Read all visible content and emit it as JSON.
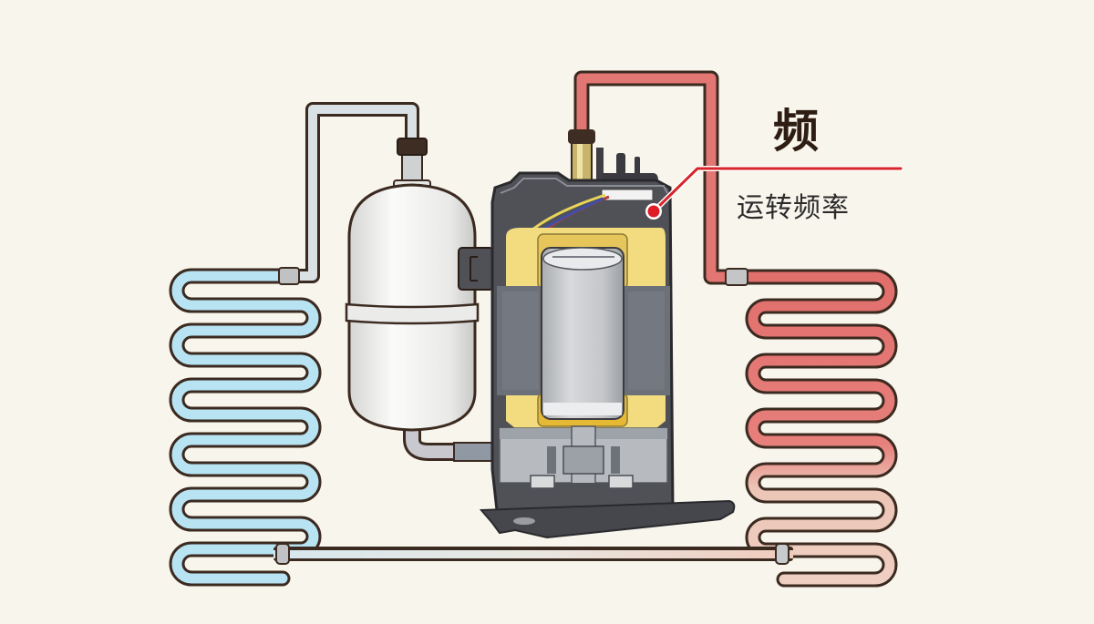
{
  "title_char": "频",
  "subtitle": "运转频率",
  "callout_target": "compressor-motor",
  "colors": {
    "background": "#f8f5ec",
    "cold_pipe": "#b7e3f3",
    "hot_pipe": "#e27673",
    "hot_pipe_faded": "#ebc4b6",
    "suction_pipe": "#d9e1e4",
    "callout_line": "#d8232a",
    "shell": "#4f5157",
    "stator": "#6c7078",
    "winding": "#f3dc7f",
    "rotor": "#c9cbcd"
  },
  "components": {
    "evaporator": "evaporator-coil",
    "condenser": "condenser-coil",
    "accumulator": "accumulator-tank",
    "compressor": "rotary-compressor"
  }
}
